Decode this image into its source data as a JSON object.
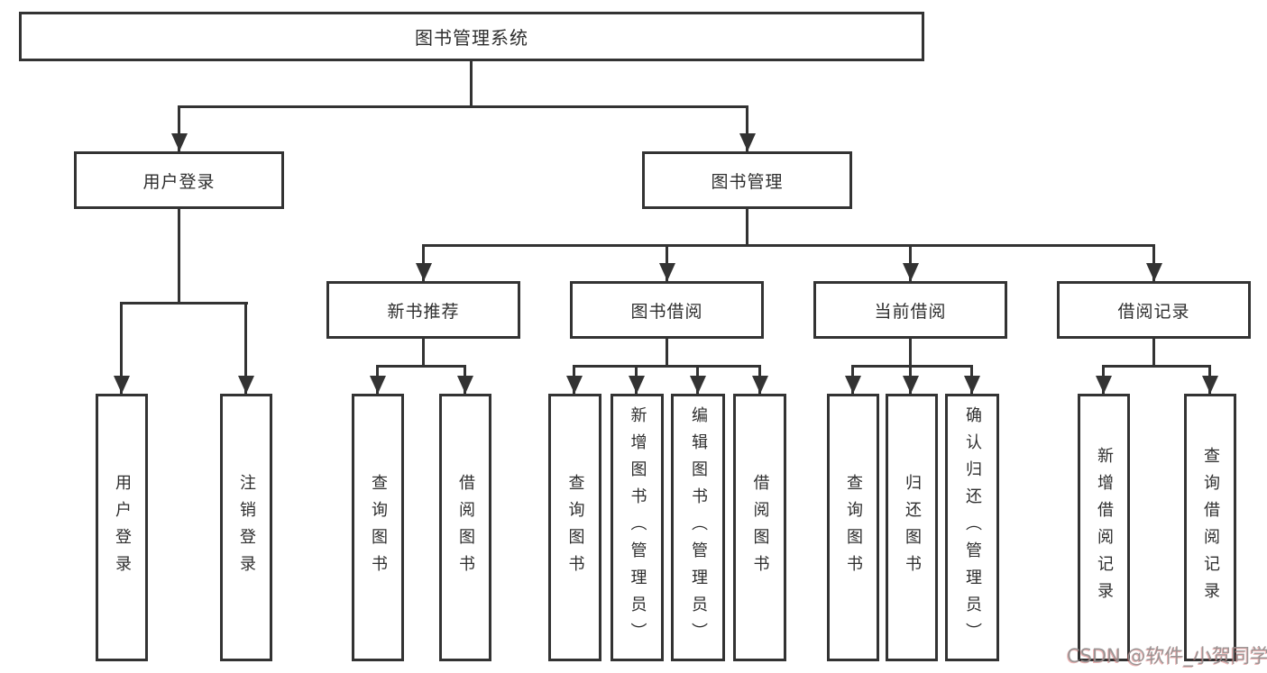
{
  "diagram_title": "图书管理系统",
  "tree": {
    "root": {
      "label": "图书管理系统"
    },
    "branches": [
      {
        "label": "用户登录",
        "children": [
          {
            "label": "用户登录"
          },
          {
            "label": "注销登录"
          }
        ]
      },
      {
        "label": "图书管理",
        "children": [
          {
            "label": "新书推荐",
            "children": [
              {
                "label": "查询图书"
              },
              {
                "label": "借阅图书"
              }
            ]
          },
          {
            "label": "图书借阅",
            "children": [
              {
                "label": "查询图书"
              },
              {
                "label": "新增图书（管理员）"
              },
              {
                "label": "编辑图书（管理员）"
              },
              {
                "label": "借阅图书"
              }
            ]
          },
          {
            "label": "当前借阅",
            "children": [
              {
                "label": "查询图书"
              },
              {
                "label": "归还图书"
              },
              {
                "label": "确认归还（管理员）"
              }
            ]
          },
          {
            "label": "借阅记录",
            "children": [
              {
                "label": "新增借阅记录"
              },
              {
                "label": "查询借阅记录"
              }
            ]
          }
        ]
      }
    ]
  },
  "icons": {
    "arrowhead": "▼"
  },
  "watermark": {
    "text": "CSDN @软件_小贺同学"
  },
  "colors": {
    "line": "#333333",
    "box_border": "#333333",
    "text": "#2e2e2e",
    "background": "#ffffff",
    "watermark_gray": "#948e8e",
    "watermark_red_tint": "#d65c5c"
  }
}
